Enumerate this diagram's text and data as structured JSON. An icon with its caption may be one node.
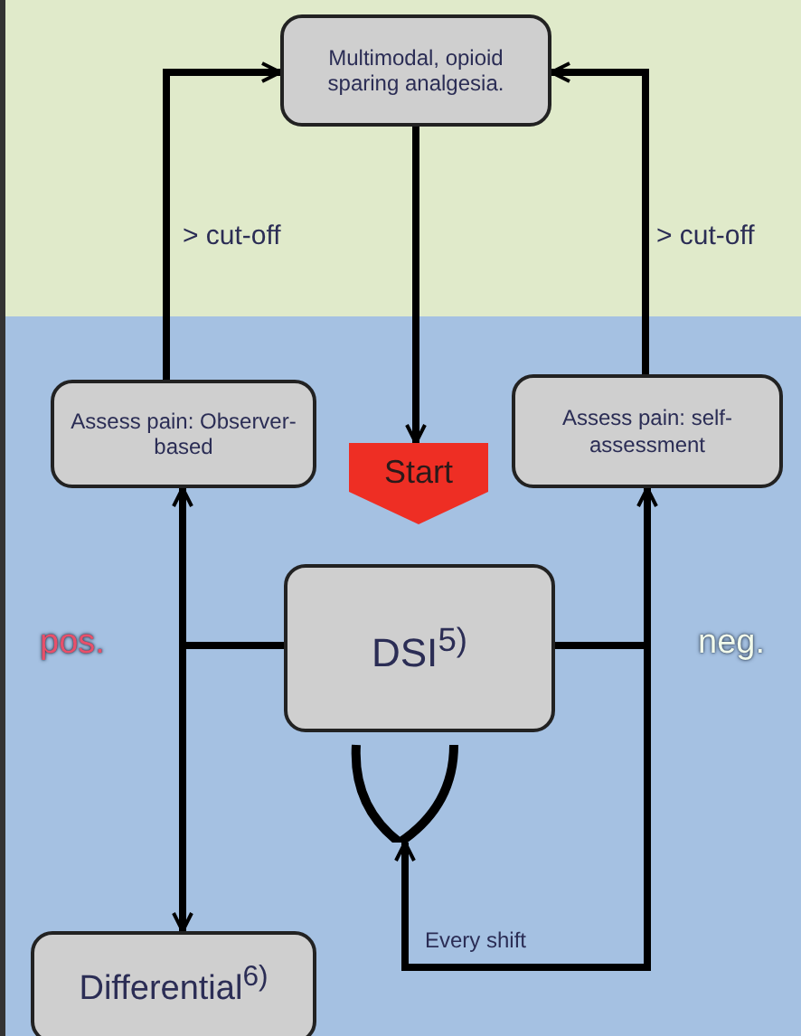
{
  "diagram": {
    "nodes": [
      {
        "text": [
          "Multimodal, opioid sparing analgesia."
        ]
      },
      {
        "text": [
          "Assess pain: Observer-based"
        ]
      },
      {
        "text": [
          "Start"
        ]
      },
      {
        "text": [
          "Assess pain: self-assessment"
        ]
      },
      {
        "text": [
          "DSI$^{5)}$"
        ]
      },
      {
        "text": [
          "Differential$^{6)}$"
        ]
      },
      {
        "text": [],
        "shape": "loop"
      }
    ],
    "edges": [
      {
        "from": 1,
        "to": 0,
        "arrow": "to",
        "label": "> cut-off"
      },
      {
        "from": 3,
        "to": 0,
        "arrow": "to",
        "label": "> cut-off"
      },
      {
        "from": 0,
        "to": 2,
        "arrow": "to"
      },
      {
        "from": 4,
        "to": 1,
        "arrow": "to"
      },
      {
        "from": 4,
        "to": 5,
        "arrow": "to"
      },
      {
        "from": 4,
        "to": 3,
        "arrow": "to"
      },
      {
        "from": 4,
        "to": 6,
        "arrow": "to",
        "label": "Every shift"
      }
    ],
    "labels": [
      "pos.",
      "neg."
    ]
  }
}
